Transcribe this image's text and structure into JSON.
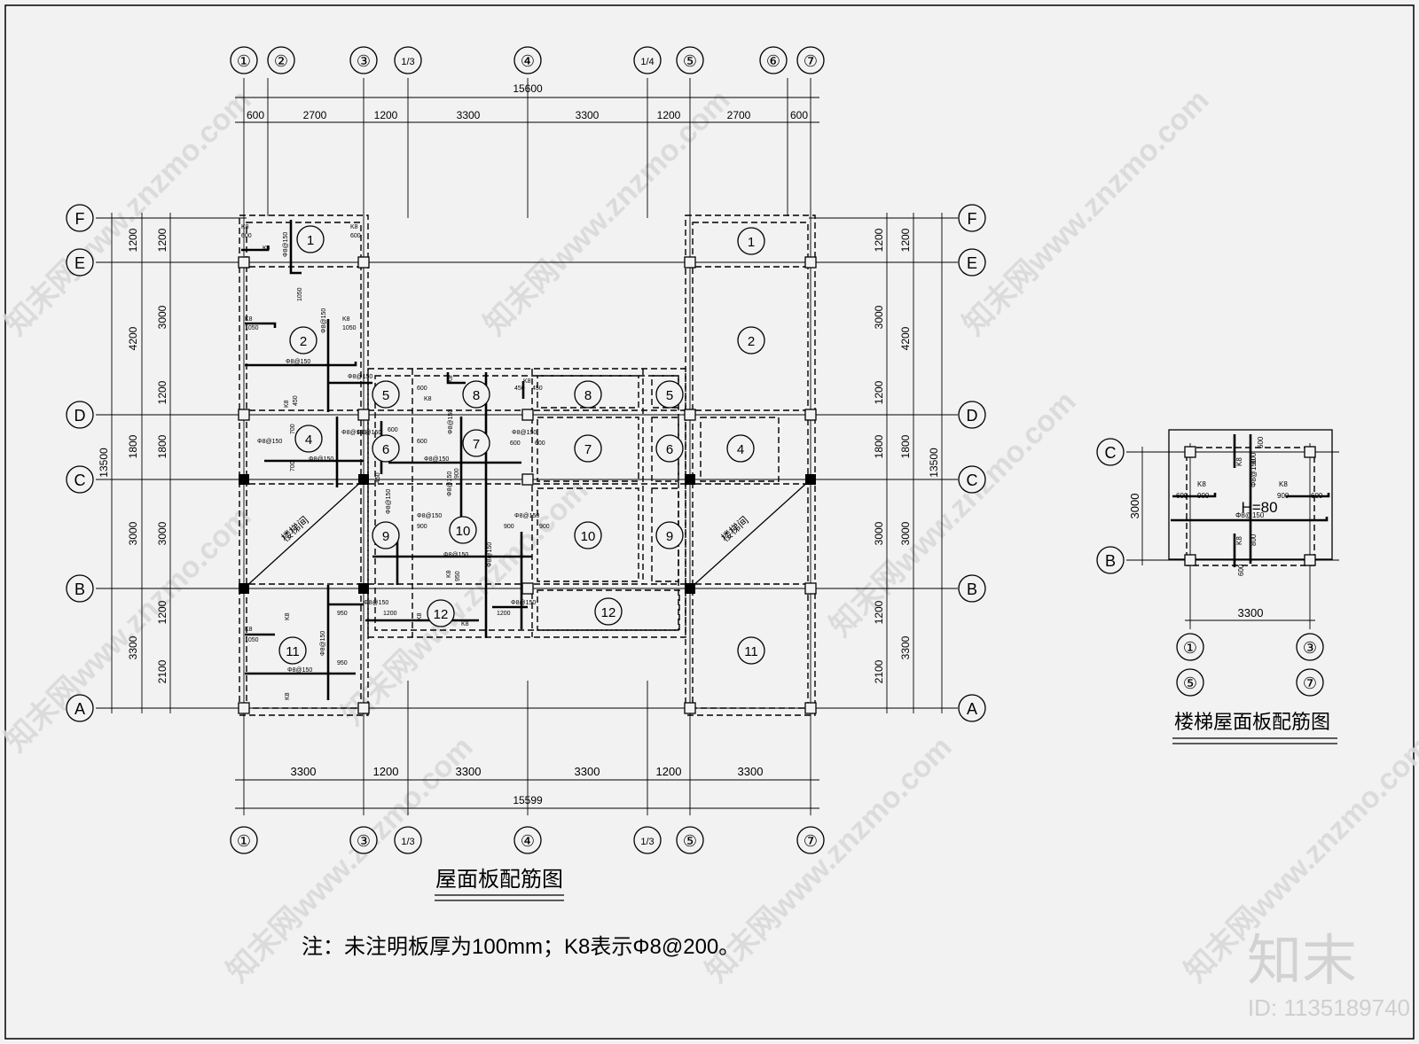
{
  "axes": {
    "top": [
      "①",
      "②",
      "③",
      "1/3",
      "④",
      "1/4",
      "⑤",
      "⑥",
      "⑦"
    ],
    "bottom": [
      "①",
      "③",
      "1/3",
      "④",
      "1/3",
      "⑤",
      "⑦"
    ],
    "rows": [
      "F",
      "E",
      "D",
      "C",
      "B",
      "A"
    ]
  },
  "dims": {
    "top_total": "15600",
    "top_segments": [
      "600",
      "2700",
      "1200",
      "3300",
      "3300",
      "1200",
      "2700",
      "600"
    ],
    "bottom_total": "15599",
    "bottom_segments": [
      "3300",
      "1200",
      "3300",
      "3300",
      "1200",
      "3300"
    ],
    "left_total": "13500",
    "left_outer": [
      "1200",
      "4200",
      "1800",
      "3000",
      "3300"
    ],
    "left_inner": [
      "1200",
      "3000",
      "1200",
      "1800",
      "3000",
      "1200",
      "2100"
    ]
  },
  "panels": [
    "1",
    "2",
    "4",
    "5",
    "6",
    "7",
    "8",
    "9",
    "10",
    "11",
    "12"
  ],
  "rebar": {
    "k8": "K8",
    "phi8_150": "Φ8@150",
    "phi8_100": "Φ8@100",
    "len_600": "600",
    "len_1050": "1050",
    "len_900": "900",
    "len_950": "950",
    "len_1200": "1200",
    "len_800": "800",
    "len_450": "450",
    "len_700": "700"
  },
  "stair_label": "楼梯间",
  "main_title": "屋面板配筋图",
  "note": "注：未注明板厚为100mm；K8表示Φ8@200。",
  "stair_detail": {
    "title": "楼梯屋面板配筋图",
    "h_label": "H=80",
    "dim_h": "3300",
    "dim_v": "3000",
    "axes_top": [
      "①",
      "③"
    ],
    "axes_bottom": [
      "⑤",
      "⑦"
    ],
    "rows": [
      "C",
      "B"
    ]
  },
  "watermark": {
    "text": "知末网www.znzmo.com",
    "logo": "知末",
    "id": "ID: 1135189740"
  }
}
